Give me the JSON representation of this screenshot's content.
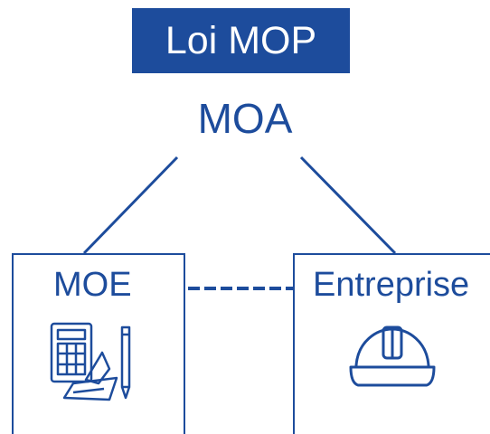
{
  "title": "Loi MOP",
  "top_node": {
    "label": "MOA"
  },
  "left_node": {
    "label": "MOE",
    "icon": "calculator-plans-pencil-icon"
  },
  "right_node": {
    "label": "Entreprise",
    "icon": "hard-hat-icon"
  },
  "colors": {
    "primary": "#1d4c9c",
    "background": "#ffffff",
    "title_text": "#ffffff"
  }
}
